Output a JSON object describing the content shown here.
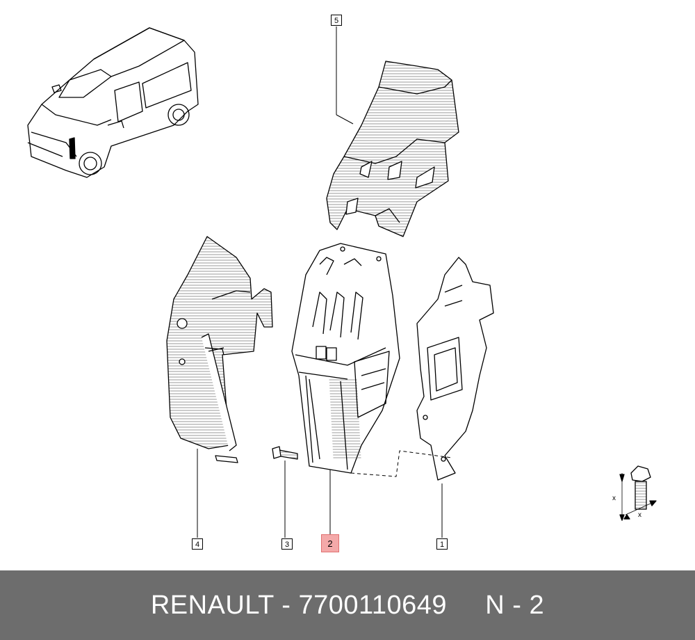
{
  "callouts": {
    "part_1": "1",
    "part_2": "2",
    "part_3": "3",
    "part_4": "4",
    "part_5": "5"
  },
  "torque_symbol": {
    "axis_x_1": "x",
    "axis_x_2": "x"
  },
  "footer": {
    "brand": "RENAULT",
    "separator": " - ",
    "part_number": "7700110649",
    "page_code": "N - 2"
  },
  "colors": {
    "footer_background": "#6d6d6d",
    "footer_text": "#ffffff",
    "highlight_fill": "#f4a9a9"
  }
}
